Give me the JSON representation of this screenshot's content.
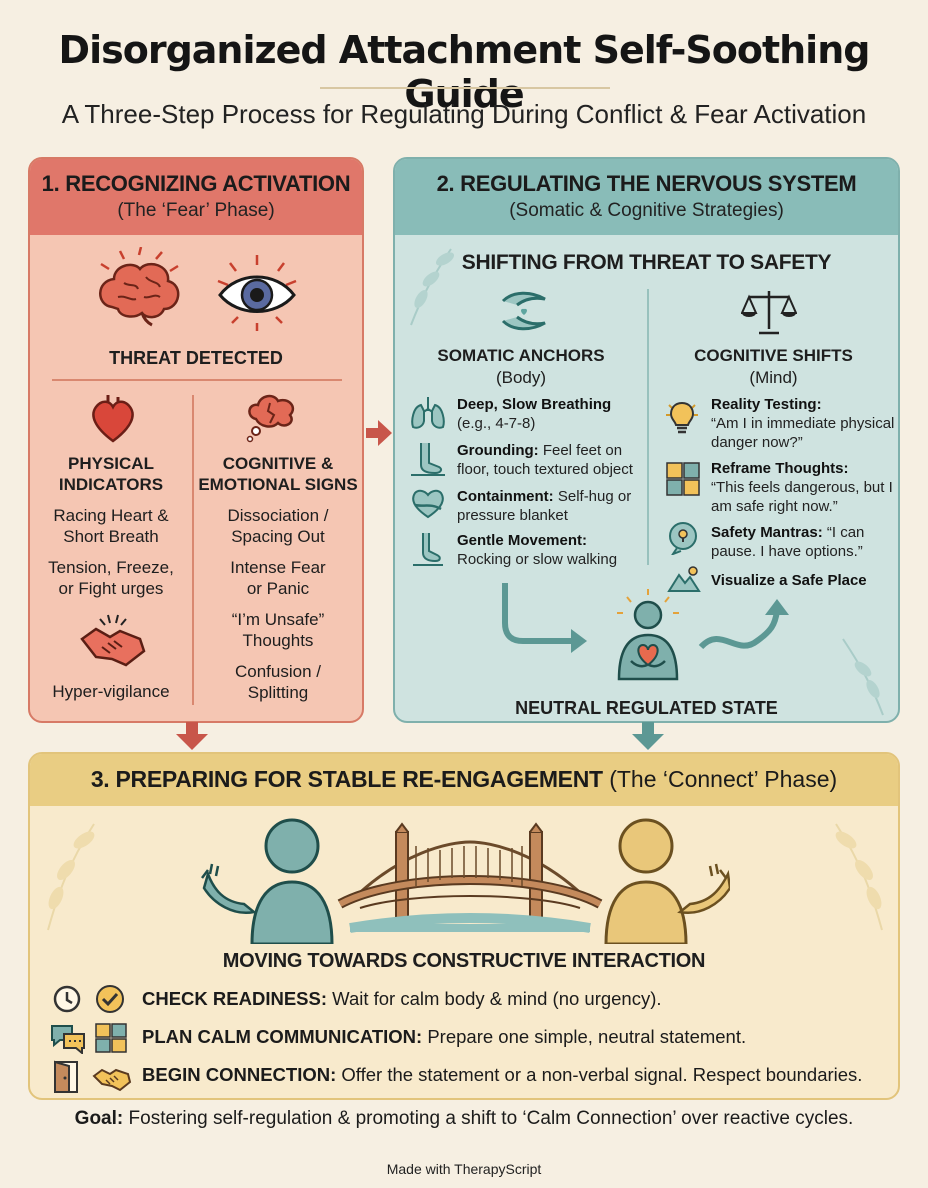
{
  "title": "Disorganized Attachment Self-Soothing Guide",
  "subtitle": "A Three-Step Process for Regulating During Conflict & Fear Activation",
  "step1": {
    "title": "1. RECOGNIZING ACTIVATION",
    "subtitle": "(The ‘Fear’ Phase)",
    "threat_label": "THREAT DETECTED",
    "physical": {
      "heading_line1": "PHYSICAL",
      "heading_line2": "INDICATORS",
      "items": [
        [
          "Racing Heart &",
          "Short Breath"
        ],
        [
          "Tension, Freeze,",
          "or Fight urges"
        ],
        [
          "Hyper-vigilance"
        ]
      ]
    },
    "cognitive": {
      "heading_line1": "COGNITIVE &",
      "heading_line2": "EMOTIONAL SIGNS",
      "items": [
        [
          "Dissociation /",
          "Spacing Out"
        ],
        [
          "Intense Fear",
          "or Panic"
        ],
        [
          "“I’m Unsafe”",
          "Thoughts"
        ],
        [
          "Confusion /",
          "Splitting"
        ]
      ]
    }
  },
  "step2": {
    "title": "2. REGULATING THE NERVOUS SYSTEM",
    "subtitle": "(Somatic & Cognitive Strategies)",
    "shift_heading": "SHIFTING FROM THREAT TO SAFETY",
    "somatic": {
      "heading": "SOMATIC ANCHORS",
      "sub": "(Body)",
      "items": [
        {
          "bold": "Deep, Slow Breathing",
          "text": "(e.g., 4-7-8)"
        },
        {
          "bold": "Grounding:",
          "text": "Feel feet on floor, touch textured object"
        },
        {
          "bold": "Containment:",
          "text": "Self-hug or pressure blanket"
        },
        {
          "bold": "Gentle Movement:",
          "text": "Rocking or slow walking"
        }
      ]
    },
    "cognitive": {
      "heading": "COGNITIVE SHIFTS",
      "sub": "(Mind)",
      "items": [
        {
          "bold": "Reality Testing:",
          "text": "“Am I in immediate physical danger now?”"
        },
        {
          "bold": "Reframe Thoughts:",
          "text": "“This feels dangerous, but I am safe right now.”"
        },
        {
          "bold": "Safety Mantras:",
          "text": "“I can pause. I have options.”"
        },
        {
          "bold": "Visualize a Safe Place",
          "text": ""
        }
      ]
    },
    "state_label": "NEUTRAL REGULATED STATE"
  },
  "step3": {
    "title_bold": "3. PREPARING FOR STABLE RE-ENGAGEMENT",
    "title_rest": "(The ‘Connect’ Phase)",
    "moving_heading": "MOVING TOWARDS CONSTRUCTIVE INTERACTION",
    "steps": [
      {
        "bold": "CHECK READINESS:",
        "text": "Wait for calm body & mind (no urgency)."
      },
      {
        "bold": "PLAN CALM COMMUNICATION:",
        "text": "Prepare one simple, neutral statement."
      },
      {
        "bold": "BEGIN CONNECTION:",
        "text": "Offer the statement or a non-verbal signal. Respect boundaries."
      }
    ]
  },
  "goal": {
    "bold": "Goal:",
    "text": "Fostering self-regulation & promoting a shift to ‘Calm Connection’ over reactive cycles."
  },
  "made_with": "Made with TherapyScript",
  "colors": {
    "step1_head": "#e0776a",
    "step1_body": "#f5c6b3",
    "step2_head": "#89bcb8",
    "step2_body": "#cfe3e0",
    "step3_head": "#e9cd83",
    "step3_body": "#f8eacc",
    "arrow1": "#c8564a",
    "arrow2": "#5c9894"
  },
  "icons": [
    "brain-icon",
    "eye-icon",
    "heart-icon",
    "thought-bubble-icon",
    "handshake-icon",
    "hands-icon",
    "scales-icon",
    "lungs-icon",
    "foot-icon",
    "self-hug-icon",
    "walking-icon",
    "lightbulb-icon",
    "puzzle-icon",
    "mantra-icon",
    "mountain-icon",
    "meditating-person-icon",
    "bridge-icon",
    "clock-icon",
    "checkmark-icon",
    "chat-icon",
    "door-icon"
  ]
}
